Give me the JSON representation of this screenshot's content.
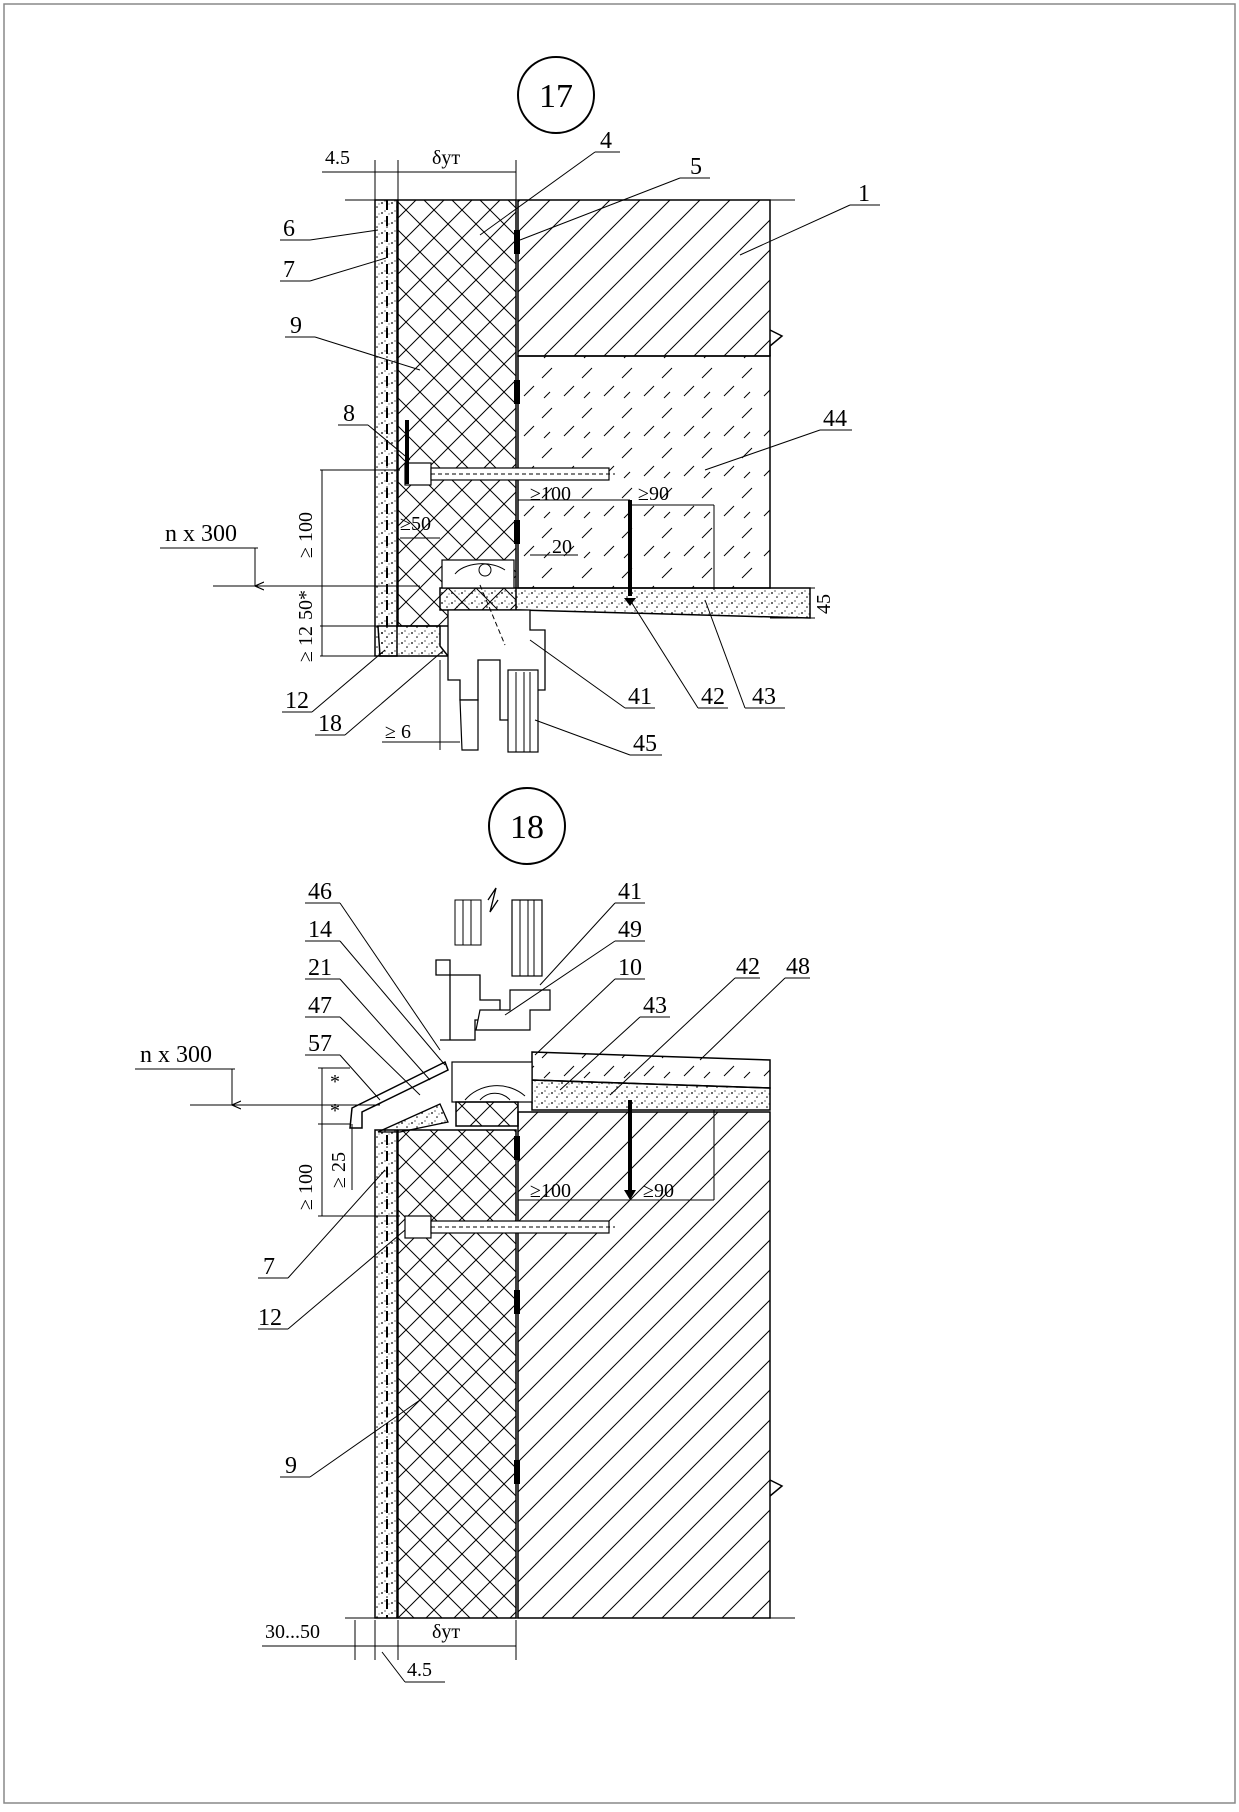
{
  "detail_17": {
    "title": "17",
    "dims": {
      "top_render": "4.5",
      "top_insul": "δут",
      "ge100_v": "≥ 100",
      "ge50": "≥50",
      "fifty_star": "50*",
      "ge12": "≥ 12",
      "ge100_h": "≥100",
      "ge90": "≥90",
      "twenty": "20",
      "forty_five": "45",
      "ge6": "≥ 6",
      "n300": "n x 300"
    },
    "callouts": [
      "4",
      "5",
      "1",
      "6",
      "7",
      "9",
      "8",
      "44",
      "12",
      "18",
      "41",
      "42",
      "43",
      "45"
    ]
  },
  "detail_18": {
    "title": "18",
    "dims": {
      "n300": "n x 300",
      "star_a": "*",
      "star_b": "*",
      "ge25": "≥ 25",
      "ge100_v": "≥ 100",
      "ge100_h": "≥100",
      "ge90": "≥90",
      "bottom_gap": "30...50",
      "bottom_insul": "δут",
      "bottom_render": "4.5"
    },
    "callouts": [
      "46",
      "14",
      "21",
      "47",
      "57",
      "41",
      "49",
      "10",
      "43",
      "42",
      "48",
      "7",
      "12",
      "9"
    ]
  }
}
